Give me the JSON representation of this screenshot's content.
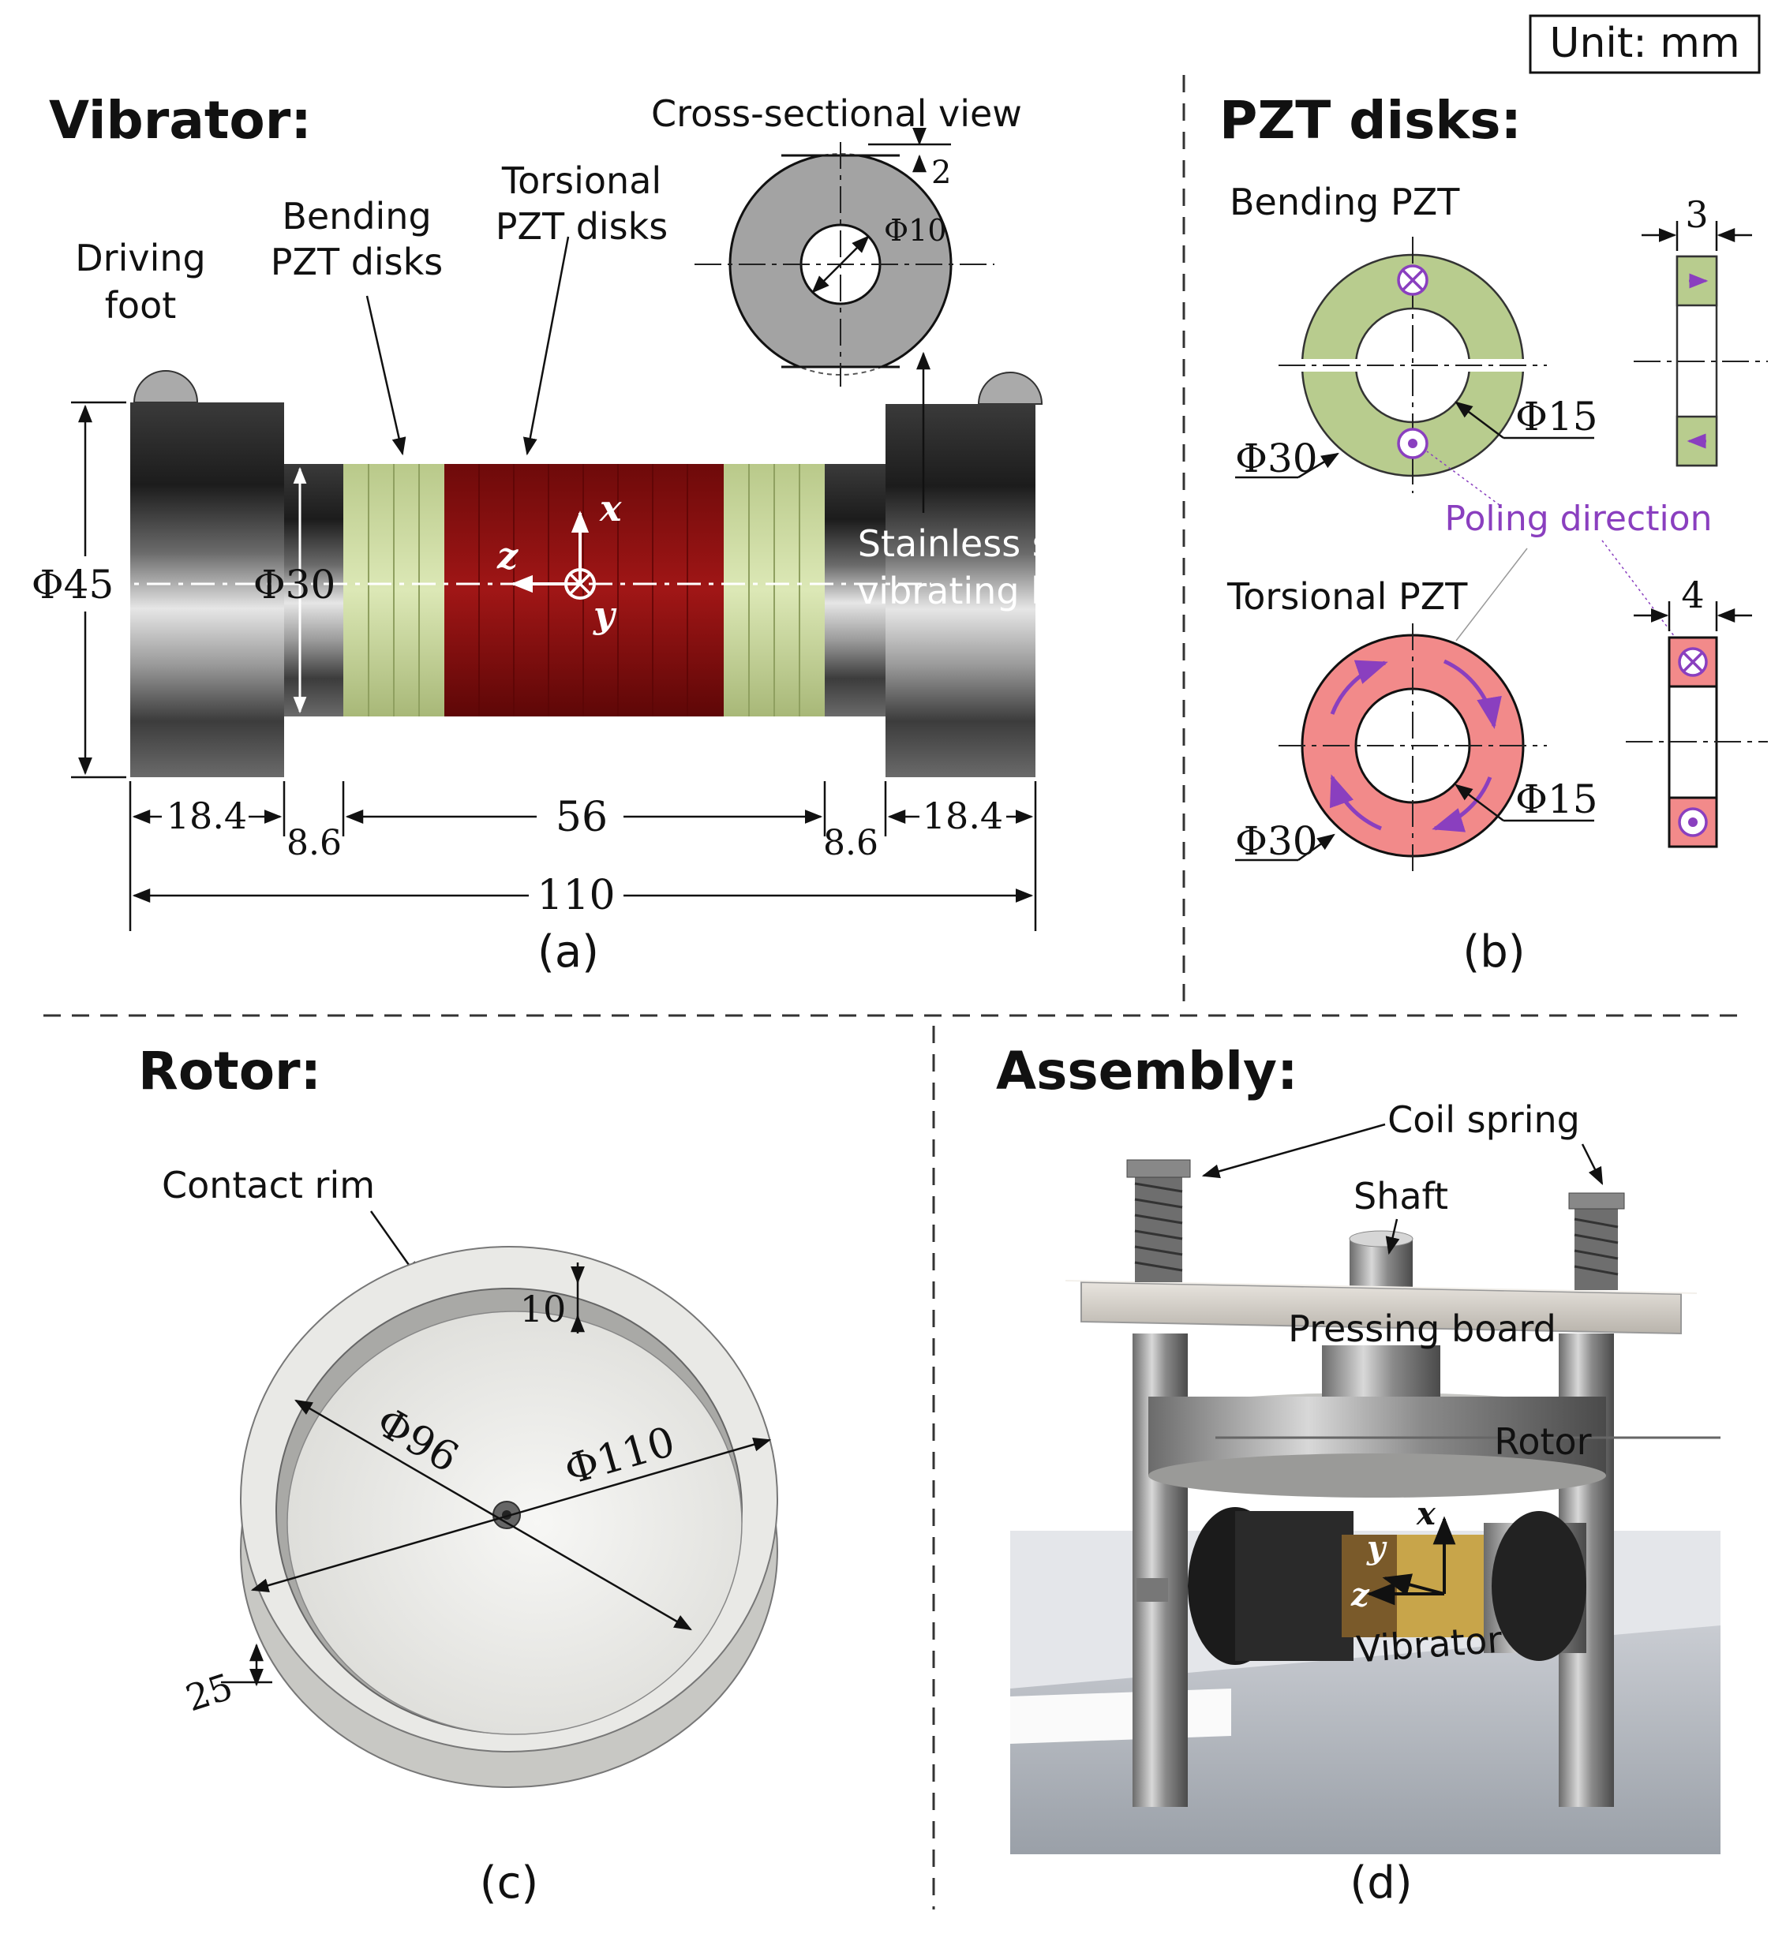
{
  "unit_label": "Unit: mm",
  "panels": {
    "a": {
      "title": "Vibrator:",
      "caption": "(a)",
      "labels": {
        "cross_section": "Cross-sectional view",
        "torsional_1": "Torsional",
        "torsional_2": "PZT disks",
        "bending_1": "Bending",
        "bending_2": "PZT disks",
        "driving_1": "Driving",
        "driving_2": "foot",
        "steel_1": "Stainless steel",
        "steel_2": "vibrating body"
      },
      "dims": {
        "d45": "Φ45",
        "d30": "Φ30",
        "d10": "Φ10",
        "flat": "2",
        "l1": "18.4",
        "l2": "8.6",
        "l3": "56",
        "l4": "8.6",
        "l5": "18.4",
        "total": "110"
      },
      "axes": {
        "x": "x",
        "y": "y",
        "z": "z"
      }
    },
    "b": {
      "title": "PZT disks:",
      "caption": "(b)",
      "labels": {
        "bending": "Bending PZT",
        "torsional": "Torsional PZT",
        "poling": "Poling direction"
      },
      "dims": {
        "b_od": "Φ30",
        "b_id": "Φ15",
        "b_t": "3",
        "t_od": "Φ30",
        "t_id": "Φ15",
        "t_t": "4"
      }
    },
    "c": {
      "title": "Rotor:",
      "caption": "(c)",
      "labels": {
        "contact_rim": "Contact rim"
      },
      "dims": {
        "d96": "Φ96",
        "d110": "Φ110",
        "w10": "10",
        "h25": "25"
      }
    },
    "d": {
      "title": "Assembly:",
      "caption": "(d)",
      "labels": {
        "coil_spring": "Coil spring",
        "shaft": "Shaft",
        "pressing_board": "Pressing board",
        "rotor": "Rotor",
        "vibrator": "Vibrator"
      },
      "axes": {
        "x": "x",
        "y": "y",
        "z": "z"
      }
    }
  },
  "colors": {
    "bending_pzt": "#c8d89a",
    "torsional_pzt": "#8b0f0f",
    "torsional_pzt_light": "#f28a8a",
    "poling": "#8a3fbf",
    "steel": "#555555"
  }
}
